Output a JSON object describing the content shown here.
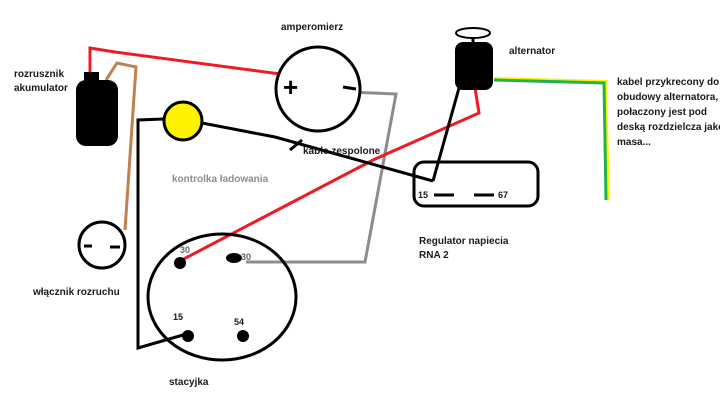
{
  "colors": {
    "red_wire": "#ed1c24",
    "brown_wire": "#c08050",
    "gray_wire": "#8c8c8c",
    "black_wire": "#000000",
    "green_wire": "#22b14c",
    "yellow_wire": "#fff200",
    "lamp_fill": "#fff200",
    "gray_label": "#8c8c8c"
  },
  "labels": {
    "amperomierz": "amperomierz",
    "alternator": "alternator",
    "rozrusznik_line1": "rozrusznik",
    "rozrusznik_line2": "akumulator",
    "kable_zespolone": "kable zespolone",
    "kontrolka": "kontrolka ładowania",
    "wlacznik": "włącznik rozruchu",
    "regulator_line1": "Regulator napiecia",
    "regulator_line2": "RNA 2",
    "stacyjka": "stacyjka",
    "note_lines": [
      "kabel przykrecony do",
      "obudowy alternatora,",
      "połaczony jest pod",
      "deską rozdzielcza jako",
      "masa..."
    ]
  },
  "ammeter": {
    "plus": "+",
    "minus": "−"
  },
  "regulator": {
    "terminal_left": "15",
    "terminal_right": "67"
  },
  "ignition": {
    "terminals": [
      "30",
      "30",
      "15",
      "54"
    ]
  }
}
